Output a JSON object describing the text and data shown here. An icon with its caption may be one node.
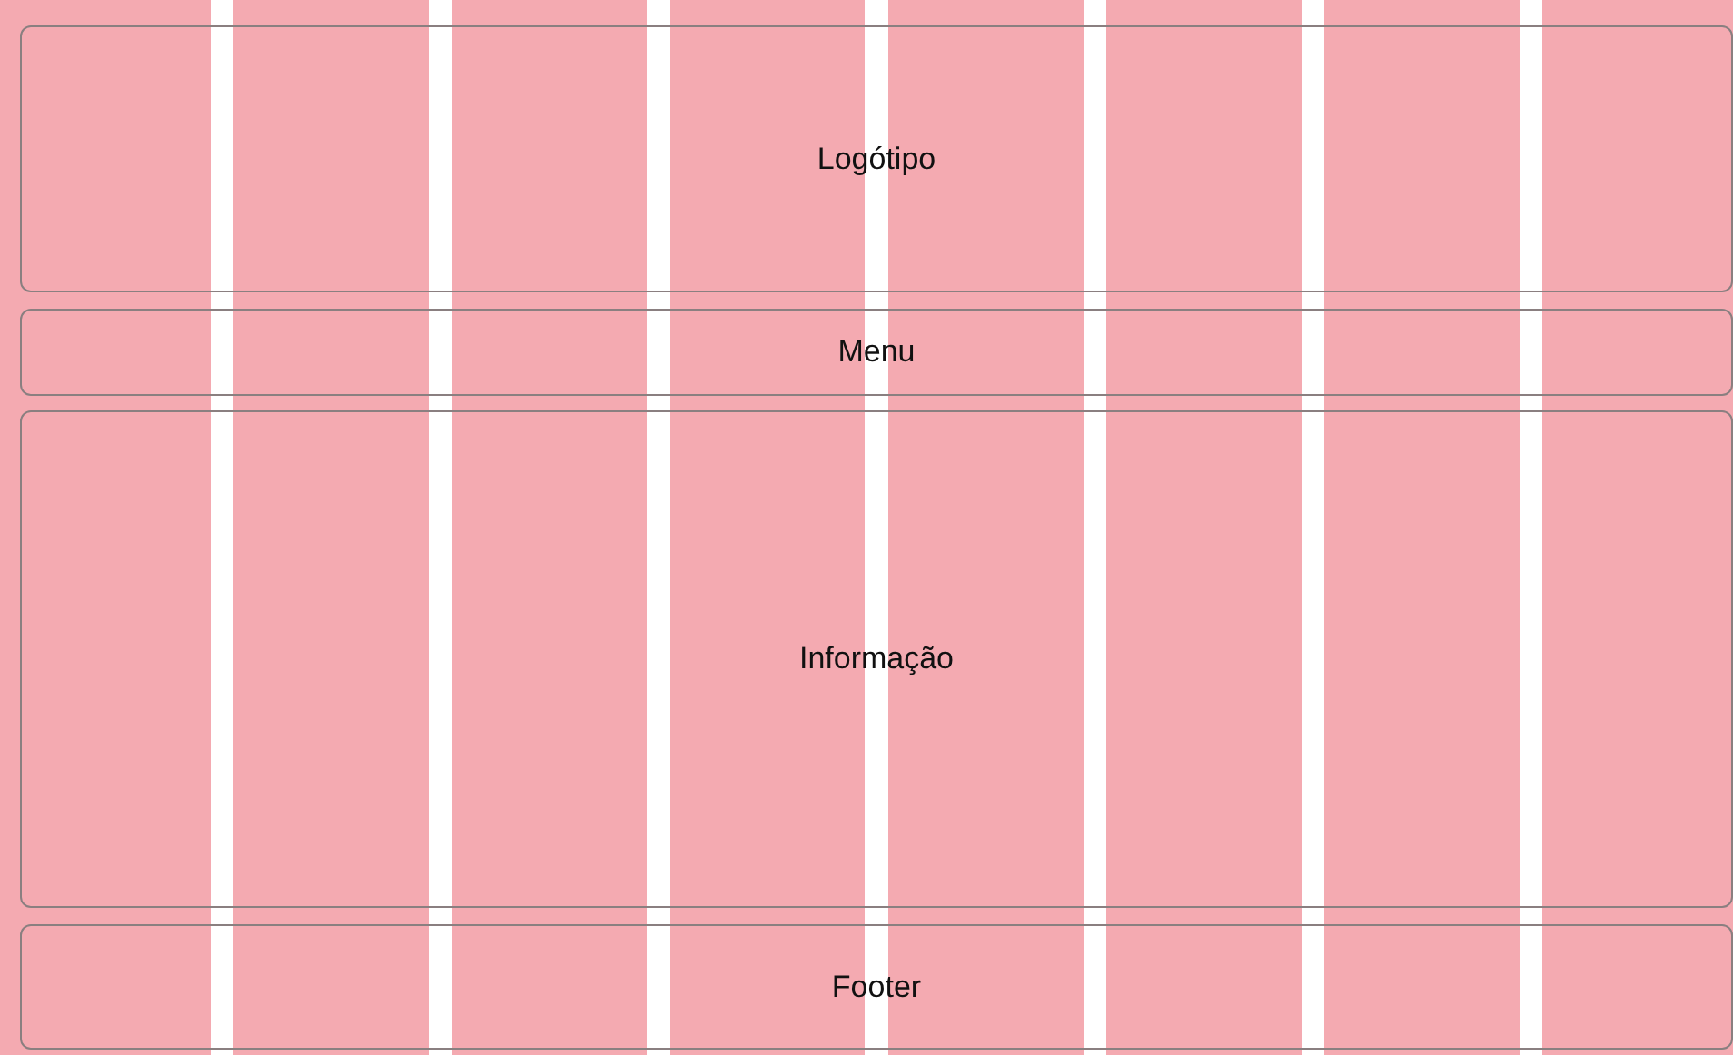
{
  "diagram": {
    "nodes": [
      {
        "text": [
          "Logótipo"
        ]
      },
      {
        "text": [
          "Menu"
        ]
      },
      {
        "text": [
          "Informação"
        ]
      },
      {
        "text": [
          "Footer"
        ]
      }
    ],
    "edges": []
  }
}
